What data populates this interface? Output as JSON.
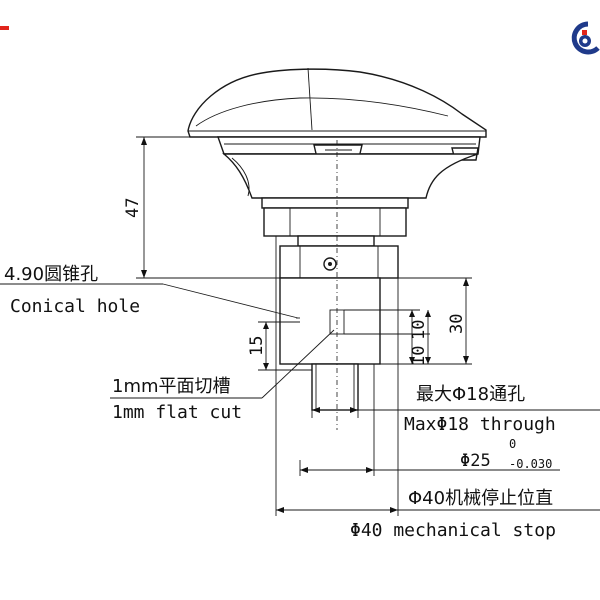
{
  "labels": {
    "hole_cn": "4.90圆锥孔",
    "hole_en": "Conical hole",
    "cut_cn": "1mm平面切槽",
    "cut_en": "1mm flat cut",
    "through_cn": "最大Φ18通孔",
    "through_en": "MaxΦ18 through",
    "stop_cn": "Φ40机械停止位直",
    "stop_en": "Φ40 mechanical stop"
  },
  "dimensions": {
    "d47": "47",
    "d15": "15",
    "d10a": "10",
    "d10b": "10",
    "d30": "30",
    "d25_main": "Φ25",
    "d25_upper": "0",
    "d25_lower": "-0.030"
  },
  "logo": {
    "name": "gear-logo-icon",
    "color": "#1f3a8a",
    "accent": "#e1251b"
  }
}
